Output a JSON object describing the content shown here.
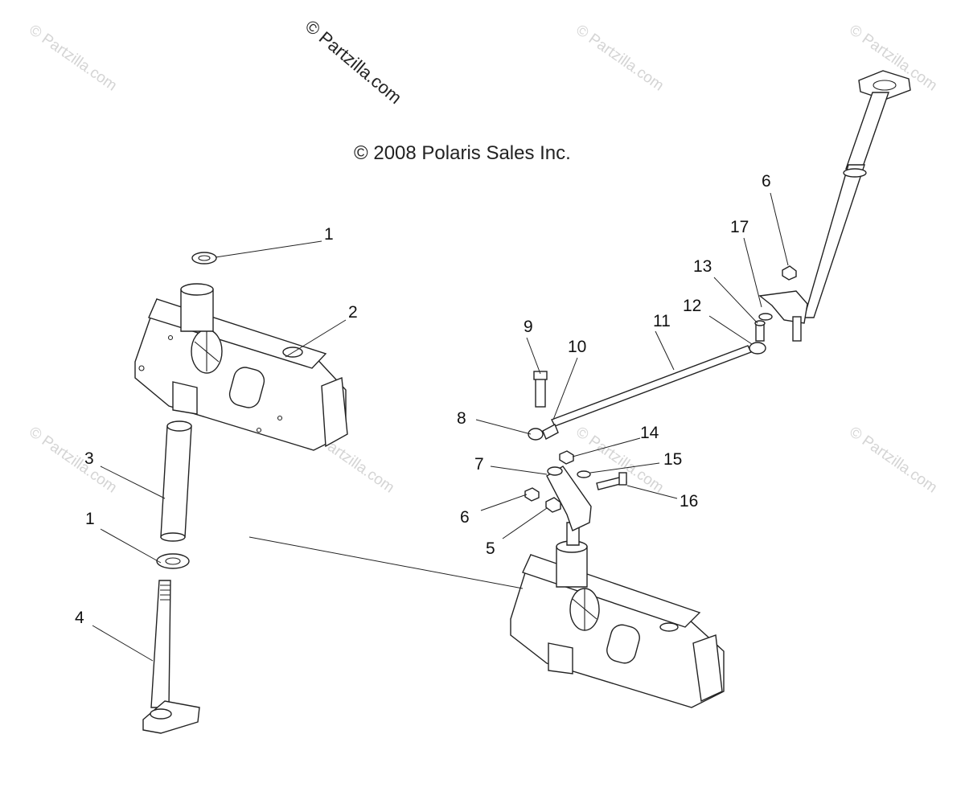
{
  "copyright": "© 2008 Polaris Sales Inc.",
  "watermark_main": "© Partzilla.com",
  "watermark_faint": "© Partzilla.com",
  "callouts": [
    "1",
    "2",
    "3",
    "1",
    "4",
    "9",
    "10",
    "8",
    "11",
    "12",
    "13",
    "17",
    "6",
    "7",
    "6",
    "5",
    "14",
    "15",
    "16"
  ]
}
